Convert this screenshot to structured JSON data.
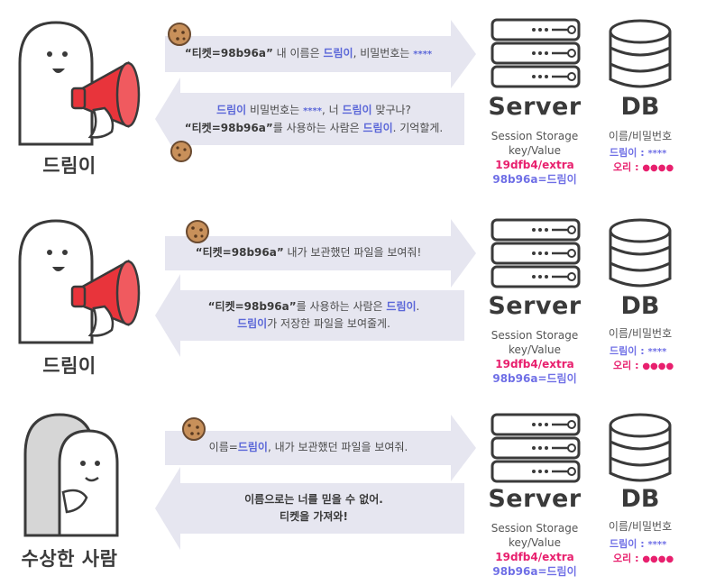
{
  "panels": [
    {
      "character": "드림이",
      "top_message": {
        "segments": [
          {
            "t": "“티켓=98b96a”",
            "s": "b"
          },
          {
            "t": " 내 이름은 ",
            "s": ""
          },
          {
            "t": "드림이",
            "s": "hl"
          },
          {
            "t": ", 비밀번호는 ",
            "s": ""
          },
          {
            "t": "****",
            "s": "stars"
          }
        ]
      },
      "bottom_message": {
        "lines": [
          [
            {
              "t": "드림이",
              "s": "hl"
            },
            {
              "t": " 비밀번호는 ",
              "s": ""
            },
            {
              "t": "****",
              "s": "stars"
            },
            {
              "t": ", 너 ",
              "s": ""
            },
            {
              "t": "드림이",
              "s": "hl"
            },
            {
              "t": " 맞구나?",
              "s": ""
            }
          ],
          [
            {
              "t": "“티켓=98b96a”",
              "s": "b"
            },
            {
              "t": "를 사용하는 사람은 ",
              "s": ""
            },
            {
              "t": "드림이",
              "s": "hl"
            },
            {
              "t": ". 기억할게.",
              "s": ""
            }
          ]
        ]
      },
      "server": {
        "title": "Server",
        "storage_label": "Session Storage",
        "kv_label": "key/Value",
        "entry1": "19dfb4/extra",
        "entry2": "98b96a=드림이"
      },
      "db": {
        "title": "DB",
        "label": "이름/비밀번호",
        "row1_name": "드림이",
        "row1_sep": " : ",
        "row1_val": "****",
        "row2_name": "오리",
        "row2_sep": " : ",
        "row2_val": "●●●●"
      }
    },
    {
      "character": "드림이",
      "top_message": {
        "segments": [
          {
            "t": "“티켓=98b96a”",
            "s": "b"
          },
          {
            "t": " 내가 보관했던 파일을 보여줘!",
            "s": ""
          }
        ]
      },
      "bottom_message": {
        "lines": [
          [
            {
              "t": "“티켓=98b96a”",
              "s": "b"
            },
            {
              "t": "를 사용하는 사람은 ",
              "s": ""
            },
            {
              "t": "드림이",
              "s": "hl"
            },
            {
              "t": ".",
              "s": ""
            }
          ],
          [
            {
              "t": "드림이",
              "s": "hl"
            },
            {
              "t": "가 저장한 파일을 보여줄게.",
              "s": ""
            }
          ]
        ]
      },
      "server": {
        "title": "Server",
        "storage_label": "Session Storage",
        "kv_label": "key/Value",
        "entry1": "19dfb4/extra",
        "entry2": "98b96a=드림이"
      },
      "db": {
        "title": "DB",
        "label": "이름/비밀번호",
        "row1_name": "드림이",
        "row1_sep": " : ",
        "row1_val": "****",
        "row2_name": "오리",
        "row2_sep": " : ",
        "row2_val": "●●●●"
      }
    },
    {
      "character": "수상한 사람",
      "top_message": {
        "segments": [
          {
            "t": "이름=",
            "s": ""
          },
          {
            "t": "드림이",
            "s": "hl"
          },
          {
            "t": ", 내가 보관했던 파일을 보여줘.",
            "s": ""
          }
        ]
      },
      "bottom_message": {
        "lines": [
          [
            {
              "t": "이름으로는 너를 믿을 수 없어.",
              "s": "b"
            }
          ],
          [
            {
              "t": "티켓을 가져와!",
              "s": "b"
            }
          ]
        ]
      },
      "server": {
        "title": "Server",
        "storage_label": "Session Storage",
        "kv_label": "key/Value",
        "entry1": "19dfb4/extra",
        "entry2": "98b96a=드림이"
      },
      "db": {
        "title": "DB",
        "label": "이름/비밀번호",
        "row1_name": "드림이",
        "row1_sep": " : ",
        "row1_val": "****",
        "row2_name": "오리",
        "row2_sep": " : ",
        "row2_val": "●●●●"
      }
    }
  ],
  "colors": {
    "arrow_fill": "#e6e6f0",
    "highlight_blue": "#5b67d8",
    "session_pink": "#e8206e",
    "session_blue": "#6f6fe6",
    "megaphone_red": "#e8343b",
    "cookie": "#c8905a"
  },
  "icons": [
    "character-icon",
    "megaphone-icon",
    "cookie-icon",
    "server-icon",
    "database-icon",
    "suspicious-person-icon"
  ]
}
